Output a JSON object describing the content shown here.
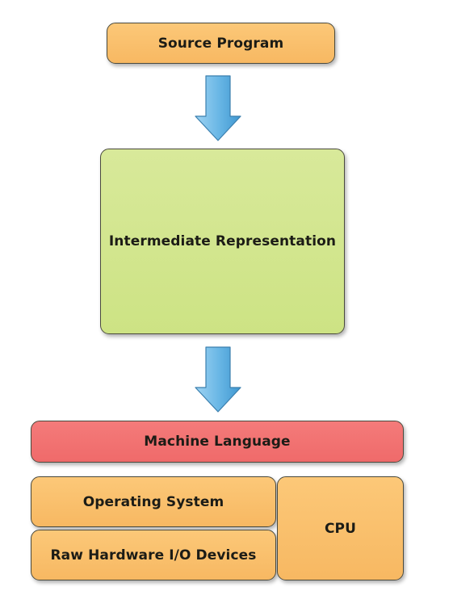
{
  "diagram": {
    "source_program": "Source Program",
    "intermediate_representation": "Intermediate Representation",
    "machine_language": "Machine Language",
    "operating_system": "Operating System",
    "raw_hardware": "Raw Hardware I/O Devices",
    "cpu": "CPU"
  },
  "colors": {
    "orange_box": "#f9bf6c",
    "green_box": "#d3e68f",
    "red_box": "#f27272",
    "arrow_fill": "#5fb0e0",
    "border": "#4a4a3e"
  },
  "icons": {
    "flow_arrow": "down-arrow-icon"
  }
}
